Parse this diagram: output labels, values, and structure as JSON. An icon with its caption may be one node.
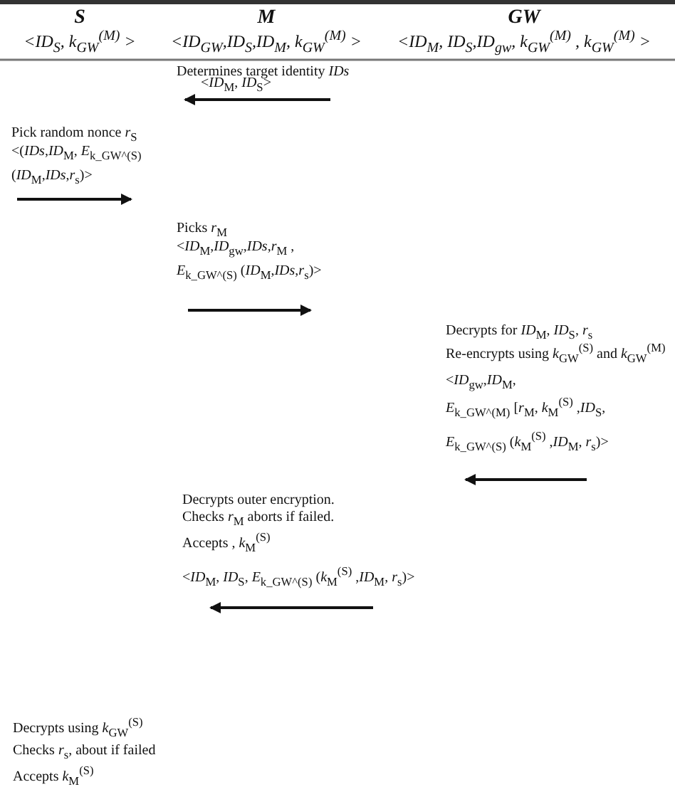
{
  "diagram": {
    "labels": [
      "S",
      "<ID$_{S}$, k$_{GW}$$^{(M)}$ >",
      "M",
      "<ID$_{GW}$,ID$_{S}$,ID$_{M}$, k$_{GW}$$^{(M)}$ >",
      "GW",
      "<ID$_{M}$, ID$_{S}$,ID$_{gw}$, k$_{GW}$$^{(M)}$ , k$_{GW}$$^{(M)}$ >",
      "Determines target identity *IDs*",
      "<*ID*$_{M}$, *ID*$_{S}$>",
      "Pick random nonce *r*$_{S}$",
      "<(*IDs*,*ID*$_{M}$, *E*$_{k_GW^(S)}$",
      "(*ID*$_{M}$,*IDs*,*r*$_{s}$)>",
      "Picks *r*$_{M}$",
      "<*ID*$_{M}$,*ID*$_{gw}$,*IDs*,*r*$_{M}$ ,",
      "*E*$_{k_GW^(S)}$ (*ID*$_{M}$,*IDs*,*r*$_{s}$)>",
      "Decrypts for *ID*$_{M}$, *ID*$_{S}$, *r*$_{s}$",
      "Re-encrypts using *k*$_{GW}$$^{(S)}$ and *k*$_{GW}$$^{(M)}$",
      "<*ID*$_{gw}$,*ID*$_{M}$,",
      "*E*$_{k_GW^(M)}$ [*r*$_{M}$, *k*$_{M}$$^{(S)}$ ,*ID*$_{S}$,",
      "*E*$_{k_GW^(S)}$ (*k*$_{M}$$^{(S)}$ ,*ID*$_{M}$, *r*$_{s}$)>",
      "Decrypts outer encryption.",
      "Checks *r*$_{M}$ aborts if failed.",
      "Accepts , *k*$_{M}$$^{(S)}$",
      "<*ID*$_{M}$, *ID*$_{S}$, *E*$_{k_GW^(S)}$ (*k*$_{M}$$^{(S)}$ ,*ID*$_{M}$, *r*$_{s}$)>",
      "Decrypts using *k*$_{GW}$$^{(S)}$",
      "Checks *r*$_{s}$, about if failed",
      "Accepts *k*$_{M}$$^{(S)}$"
    ]
  }
}
